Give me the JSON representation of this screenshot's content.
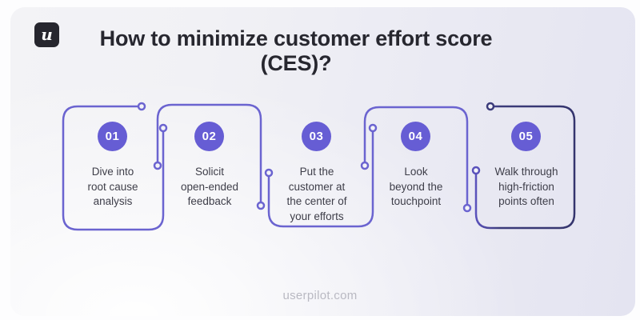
{
  "header": {
    "logo_letter": "u",
    "title": "How to minimize customer effort score (CES)?"
  },
  "steps": [
    {
      "number": "01",
      "label": "Dive into\nroot cause\nanalysis"
    },
    {
      "number": "02",
      "label": "Solicit\nopen-ended\nfeedback"
    },
    {
      "number": "03",
      "label": "Put the\ncustomer at\nthe center of\nyour efforts"
    },
    {
      "number": "04",
      "label": "Look\nbeyond the\ntouchpoint"
    },
    {
      "number": "05",
      "label": "Walk through\nhigh-friction\npoints often"
    }
  ],
  "footer": {
    "website": "userpilot.com"
  },
  "colors": {
    "accent": "#665dd4",
    "path_purple": "#6b64d0",
    "path_dark": "#3b3b7a",
    "title_text": "#27272f",
    "body_text": "#3e3e49",
    "footer_text": "#b9b9c2",
    "logo_bg": "#26262e"
  }
}
